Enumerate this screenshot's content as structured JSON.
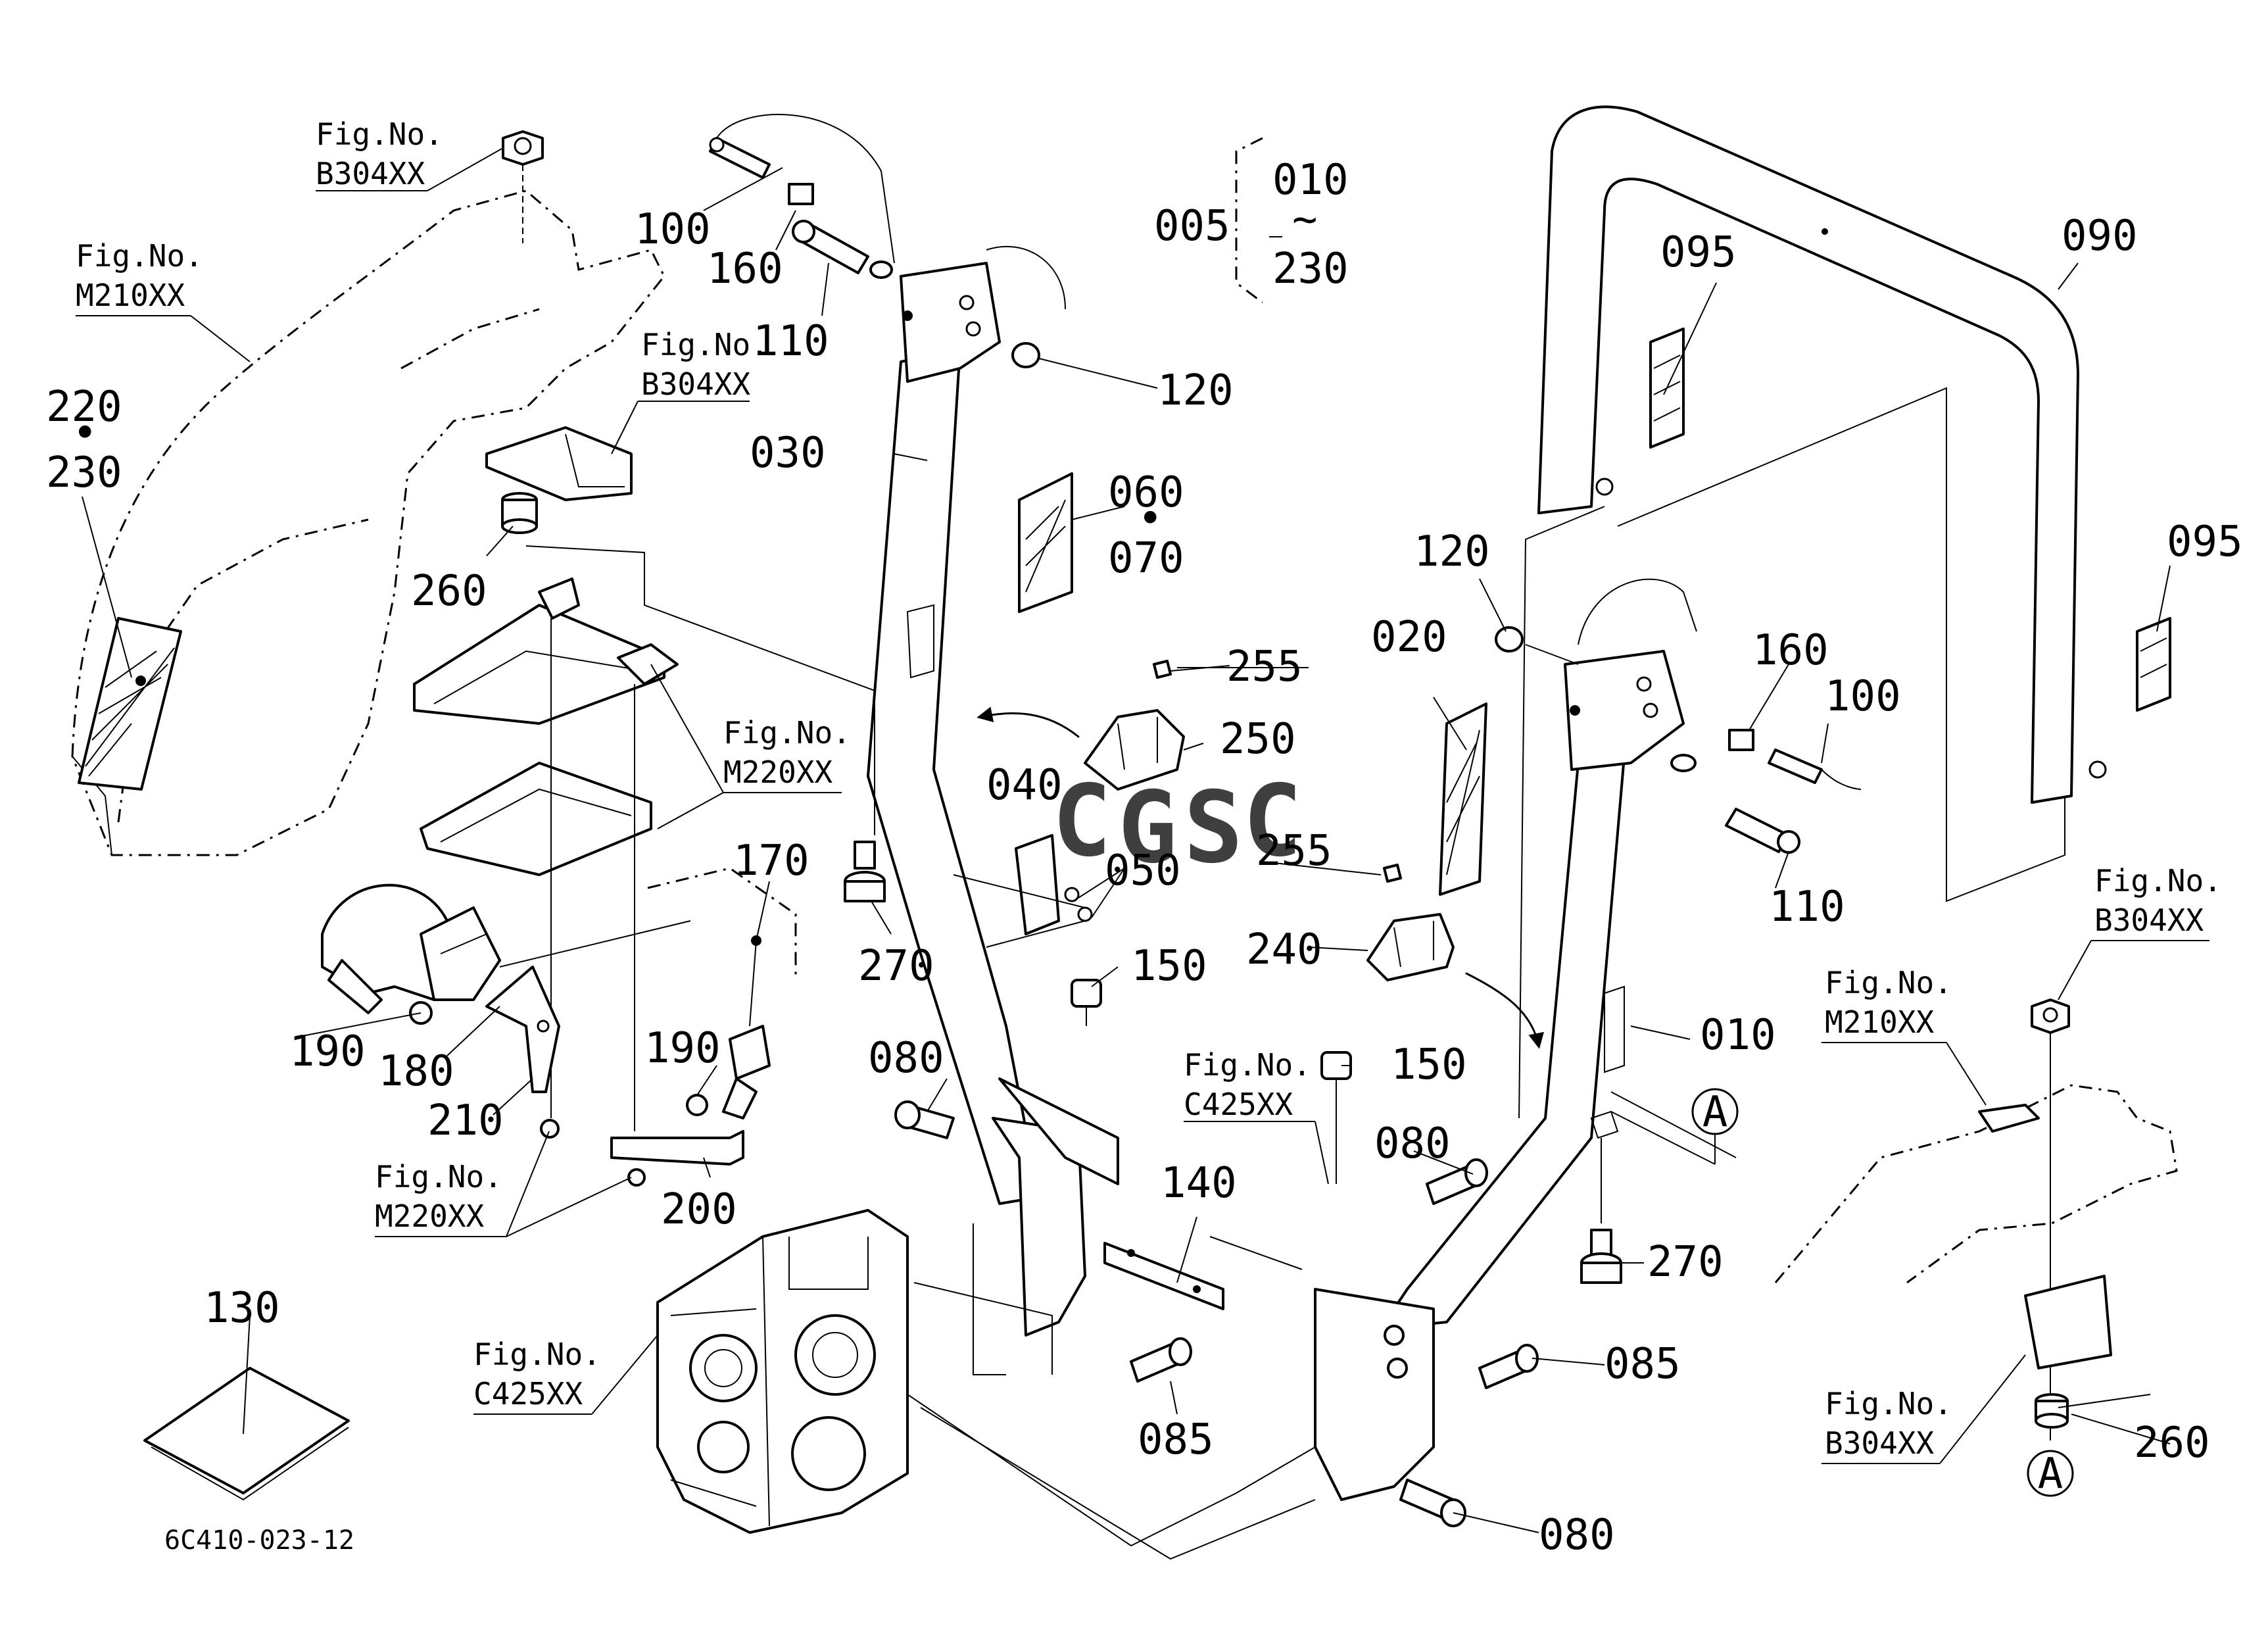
{
  "diagram": {
    "drawing_code": "6C410-023-12",
    "watermark": "CGSC",
    "part_numbers": {
      "p005": "005",
      "p010_range": "010",
      "tilde": "~",
      "p230_range": "230",
      "p010": "010",
      "p020": "020",
      "p030": "030",
      "p040": "040",
      "p050": "050",
      "p060": "060",
      "dot": "•",
      "p070": "070",
      "p080a": "080",
      "p080b": "080",
      "p080c": "080",
      "p085a": "085",
      "p085b": "085",
      "p090": "090",
      "p095a": "095",
      "p095b": "095",
      "p100a": "100",
      "p100b": "100",
      "p110a": "110",
      "p110b": "110",
      "p120a": "120",
      "p120b": "120",
      "p130": "130",
      "p140": "140",
      "p150a": "150",
      "p150b": "150",
      "p160a": "160",
      "p160b": "160",
      "p170": "170",
      "p180": "180",
      "p190a": "190",
      "p190b": "190",
      "p200": "200",
      "p210": "210",
      "p220": "220",
      "dot2": "•",
      "p230": "230",
      "p240": "240",
      "p250": "250",
      "p255a": "255",
      "p255b": "255",
      "p260a": "260",
      "p260b": "260",
      "p270a": "270",
      "p270b": "270",
      "marker_a1": "A",
      "marker_a2": "A"
    },
    "figure_refs": {
      "f1_label": "Fig.No.",
      "f1_code": "B304XX",
      "f2_label": "Fig.No.",
      "f2_code": "M210XX",
      "f3_label": "Fig.No.",
      "f3_code": "B304XX",
      "f4_label": "Fig.No.",
      "f4_code": "M220XX",
      "f5_label": "Fig.No.",
      "f5_code": "M220XX",
      "f6_label": "Fig.No.",
      "f6_code": "C425XX",
      "f7_label": "Fig.No.",
      "f7_code": "C425XX",
      "f8_label": "Fig.No.",
      "f8_code": "B304XX",
      "f9_label": "Fig.No.",
      "f9_code": "M210XX",
      "f10_label": "Fig.No.",
      "f10_code": "B304XX"
    },
    "watermark_colors": [
      "#4a86e8",
      "#e8453c",
      "#f6b400",
      "#3aa757"
    ]
  }
}
